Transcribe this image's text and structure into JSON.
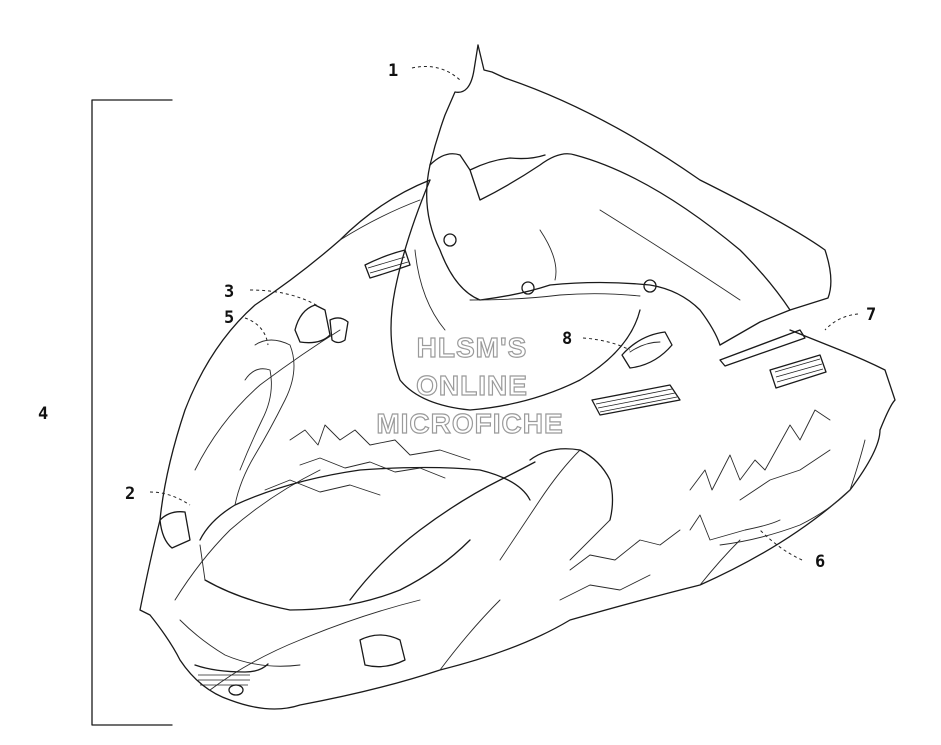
{
  "callouts": [
    {
      "label": "1"
    },
    {
      "label": "2"
    },
    {
      "label": "3"
    },
    {
      "label": "4"
    },
    {
      "label": "5"
    },
    {
      "label": "6"
    },
    {
      "label": "7"
    },
    {
      "label": "8"
    }
  ],
  "watermark": {
    "line1": "HLSM'S",
    "line2": "ONLINE",
    "line3": "MICROFICHE"
  },
  "colors": {
    "line": "#1a1a1a",
    "background": "#ffffff",
    "watermark_outline": "#9a9a9a"
  }
}
